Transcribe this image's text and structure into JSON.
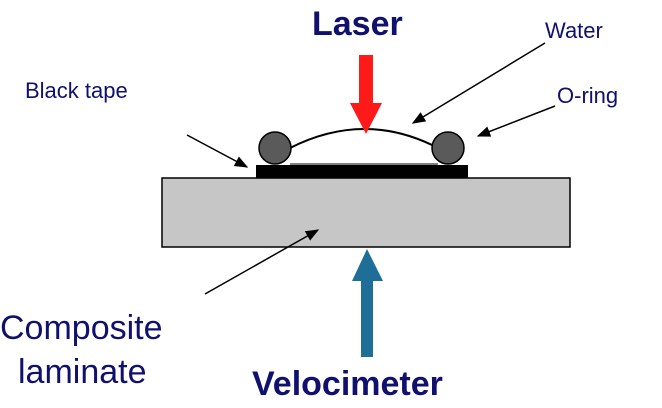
{
  "labels": {
    "laser": "Laser",
    "water": "Water",
    "black_tape": "Black tape",
    "o_ring": "O-ring",
    "composite_line1": "Composite",
    "composite_line2": "laminate",
    "velocimeter": "Velocimeter"
  },
  "colors": {
    "text": "#10106e",
    "laser_arrow": "#ff1a1a",
    "velocimeter_arrow": "#1f6e98",
    "laminate_fill": "#c6c6c6",
    "tape_fill": "#000000",
    "o_ring_fill": "#5a5a5a"
  }
}
